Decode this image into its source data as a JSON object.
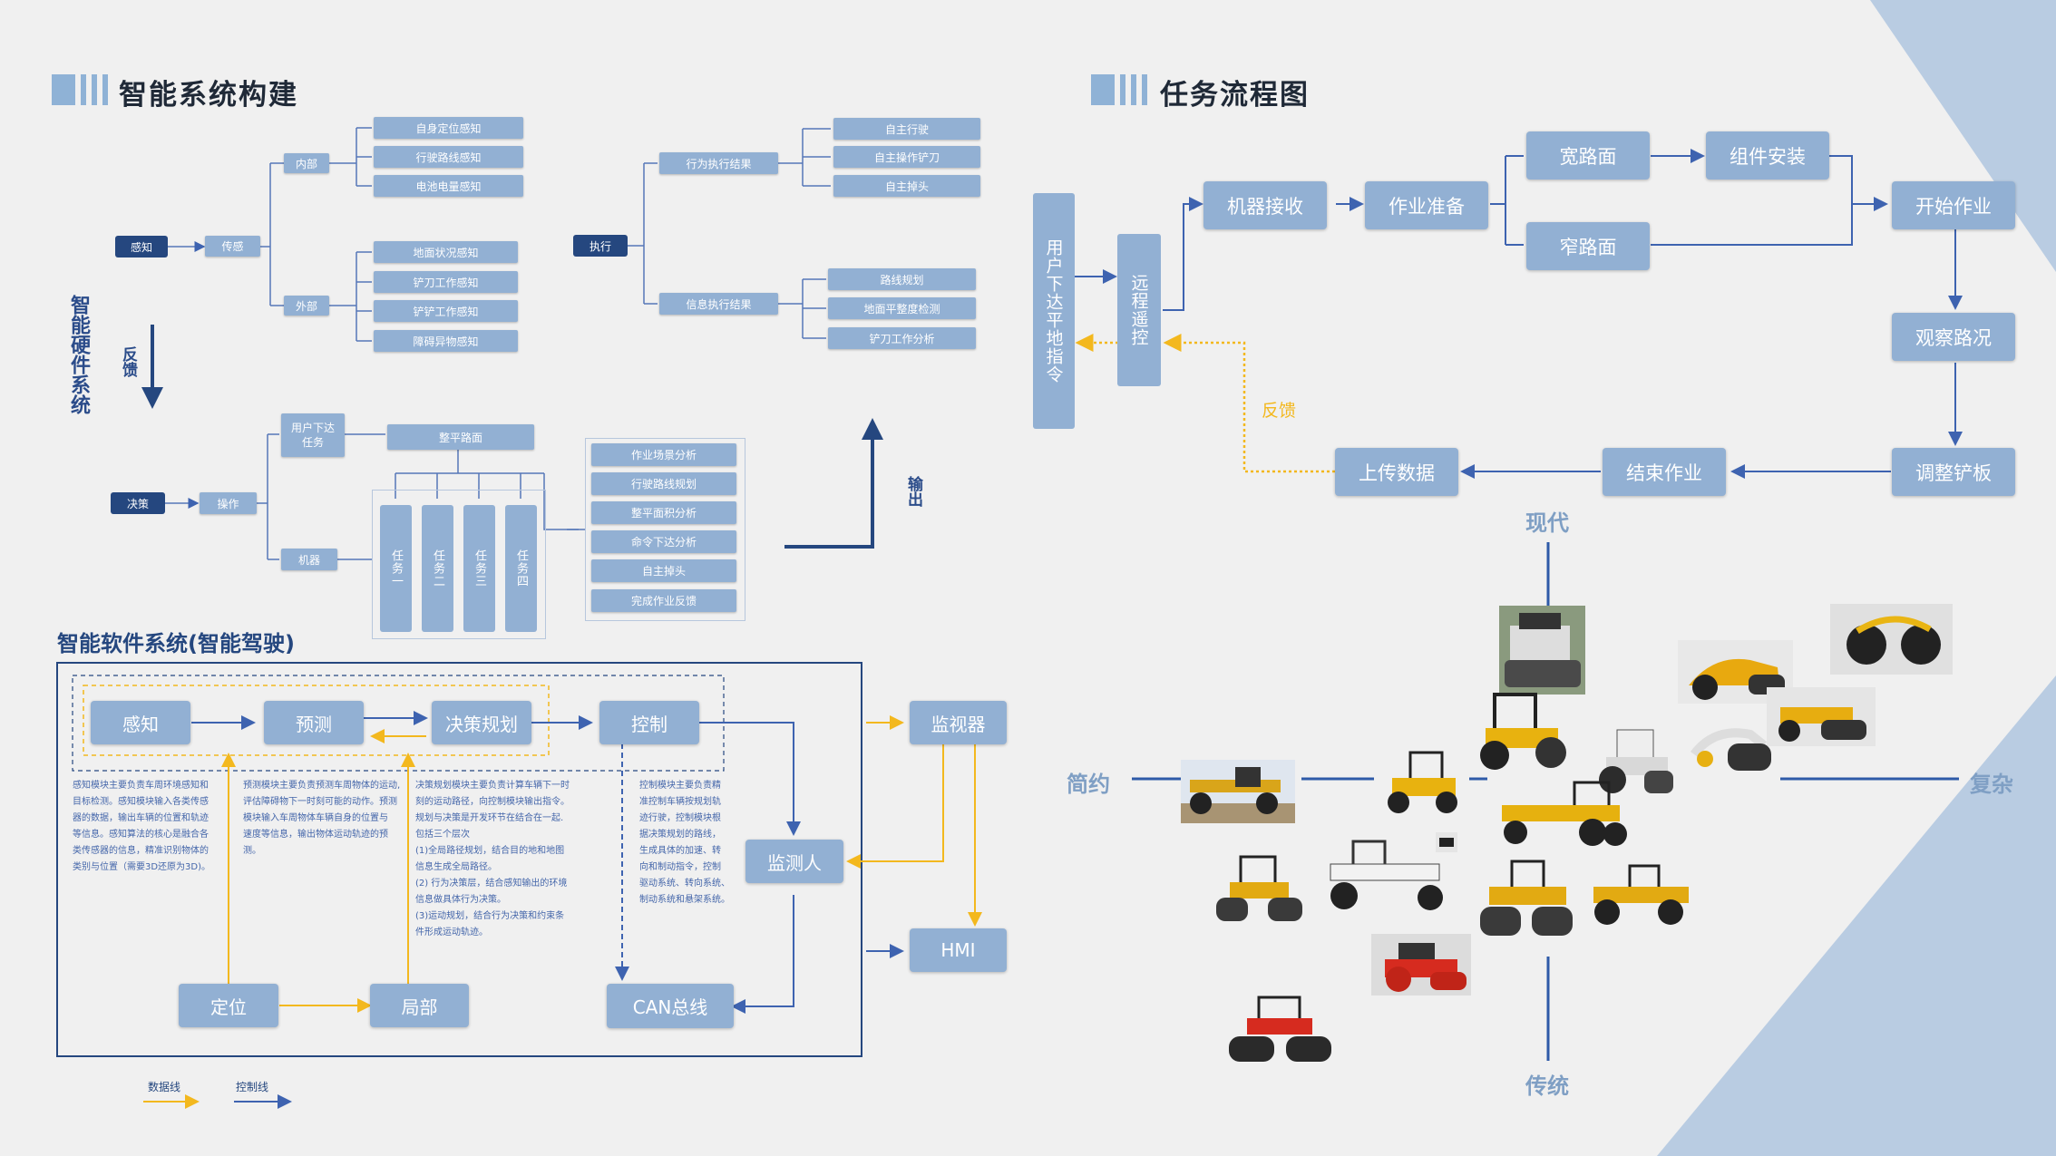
{
  "colors": {
    "box": "#92b0d3",
    "dark": "#25477f",
    "line": "#3e63b0",
    "data_line": "#f3b81e",
    "quad_label": "#7f9fc4"
  },
  "hardware": {
    "title": "智能系统构建",
    "side_label": "智能硬件系统",
    "feedback": "反馈",
    "output": "输出",
    "perception": {
      "root": "感知",
      "sensor": "传感",
      "internal": "内部",
      "external": "外部",
      "internal_items": [
        "自身定位感知",
        "行驶路线感知",
        "电池电量感知"
      ],
      "external_items": [
        "地面状况感知",
        "铲刀工作感知",
        "铲铲工作感知",
        "障碍异物感知"
      ]
    },
    "execution": {
      "root": "执行",
      "behavior": "行为执行结果",
      "info": "信息执行结果",
      "behavior_items": [
        "自主行驶",
        "自主操作铲刀",
        "自主掉头"
      ],
      "info_items": [
        "路线规划",
        "地面平整度检测",
        "铲刀工作分析"
      ]
    },
    "decision": {
      "root": "决策",
      "operate": "操作",
      "user_cmd": "用户下达任务",
      "machine": "机器",
      "leveling": "整平路面",
      "tasks": [
        "任务一",
        "任务二",
        "任务三",
        "任务四"
      ],
      "results": [
        "作业场景分析",
        "行驶路线规划",
        "整平面积分析",
        "命令下达分析",
        "自主掉头",
        "完成作业反馈"
      ]
    }
  },
  "software": {
    "title": "智能软件系统(智能驾驶)",
    "nodes": {
      "perception": "感知",
      "prediction": "预测",
      "planning": "决策规划",
      "control": "控制",
      "monitor_screen": "监视器",
      "monitor_person": "监测人",
      "hmi": "HMI",
      "can": "CAN总线",
      "positioning": "定位",
      "local": "局部"
    },
    "desc_perception": [
      "感知模块主要负责车周环境感知和",
      "目标检测。感知模块输入各类传感",
      "器的数据，输出车辆的位置和轨迹",
      "等信息。感知算法的核心是融合各",
      "类传感器的信息，精准识别物体的",
      "类别与位置（需要3D还原为3D)。"
    ],
    "desc_prediction": [
      "预测模块主要负责预测车周物体的运动,",
      "评估障碍物下一时刻可能的动作。预测",
      "模块输入车周物体车辆自身的位置与",
      "速度等信息，输出物体运动轨迹的预测。"
    ],
    "desc_planning": [
      "决策规划模块主要负责计算车辆下一时",
      "刻的运动路径，向控制模块输出指令。",
      "规划与决策是开发环节在结合在一起.",
      "包括三个层次",
      "(1)全局路径规划，结合目的地和地图",
      "信息生成全局路径。",
      "(2) 行为决策层，结合感知输出的环境",
      "信息做具体行为决策。",
      "(3)运动规划，结合行为决策和约束条",
      "件形成运动轨迹。"
    ],
    "desc_control": [
      "控制模块主要负责精",
      "准控制车辆按规划轨",
      "迹行驶，控制模块根",
      "据决策规划的路线，",
      "生成具体的加速、转",
      "向和制动指令，控制",
      "驱动系统、转向系统、",
      "制动系统和悬架系统。"
    ],
    "legend": {
      "data": "数据线",
      "control": "控制线"
    }
  },
  "flow": {
    "title": "任务流程图",
    "nodes": {
      "user": "用户下达平地指令",
      "remote": "远程遥控",
      "receive": "机器接收",
      "prep": "作业准备",
      "wide": "宽路面",
      "narrow": "窄路面",
      "assemble": "组件安装",
      "start": "开始作业",
      "observe": "观察路况",
      "adjust": "调整铲板",
      "finish": "结束作业",
      "upload": "上传数据"
    },
    "feedback": "反馈"
  },
  "positioning_map": {
    "top": "现代",
    "bottom": "传统",
    "left": "简约",
    "right": "复杂"
  }
}
